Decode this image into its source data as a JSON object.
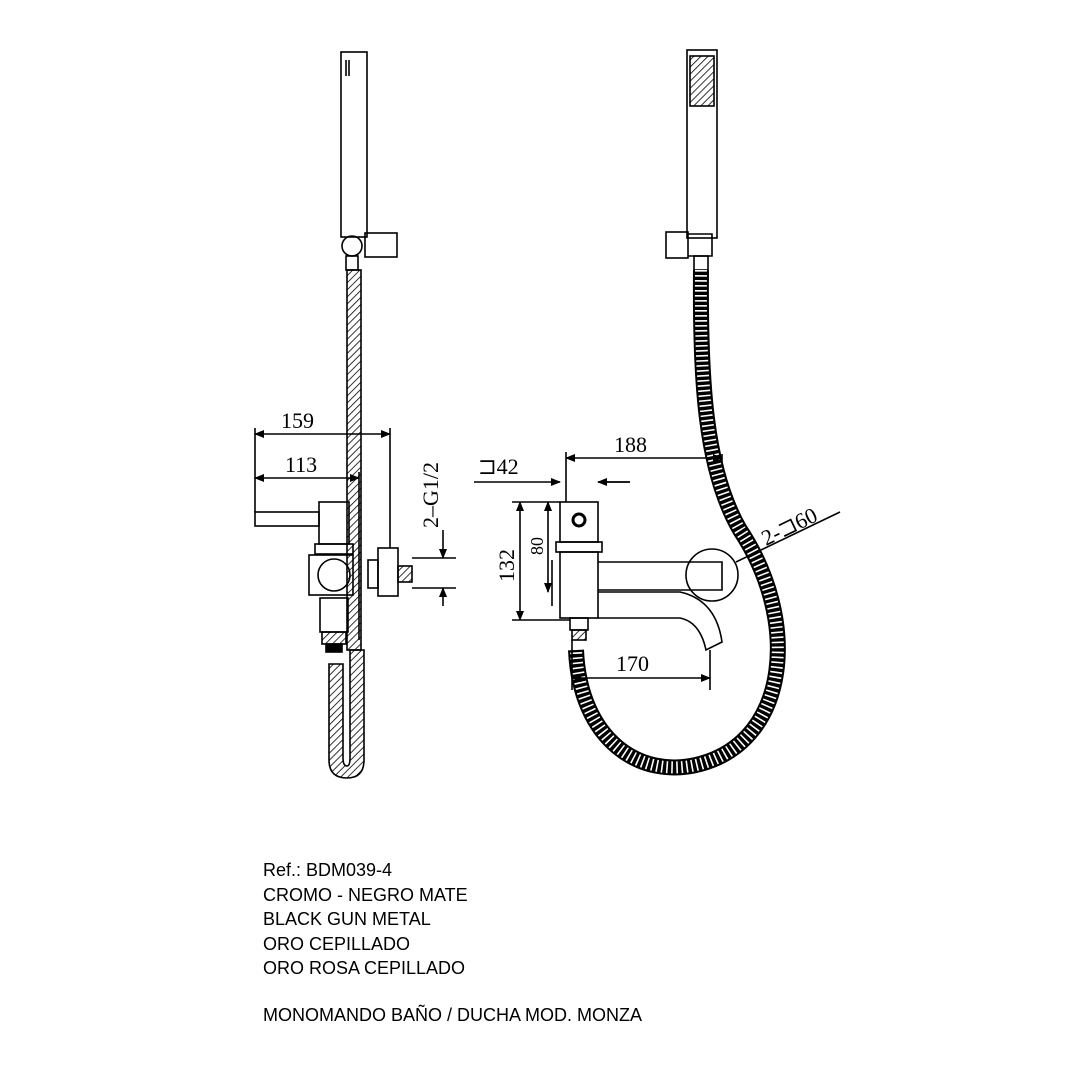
{
  "dimensions": {
    "side_159": "159",
    "side_113": "113",
    "side_thread": "2–G1/2",
    "front_188": "188",
    "front_sq42": "⊐42",
    "front_132": "132",
    "front_80": "80",
    "front_170": "170",
    "front_sq60": "2-⊐60"
  },
  "specs": {
    "ref": "Ref.: BDM039-4",
    "finishes": [
      "CROMO - NEGRO MATE",
      "BLACK GUN METAL",
      "ORO CEPILLADO",
      "ORO ROSA CEPILLADO"
    ],
    "model": "MONOMANDO BAÑO / DUCHA MOD. MONZA"
  }
}
